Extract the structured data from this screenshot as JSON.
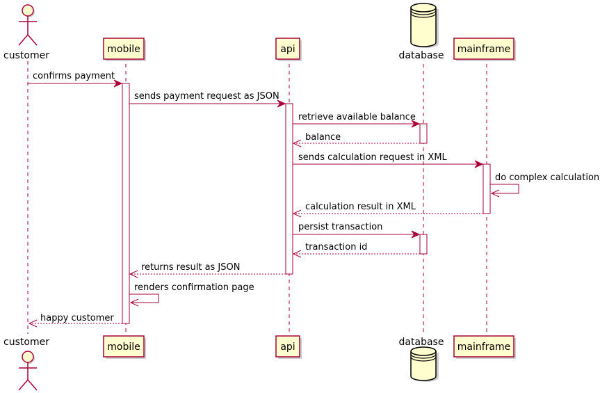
{
  "colors": {
    "line": "#A80036",
    "participant_fill": "#FEFECE",
    "activation_fill": "#FFFFFF"
  },
  "participants": [
    {
      "id": "customer",
      "label": "customer",
      "shape": "actor"
    },
    {
      "id": "mobile",
      "label": "mobile",
      "shape": "box"
    },
    {
      "id": "api",
      "label": "api",
      "shape": "box"
    },
    {
      "id": "database",
      "label": "database",
      "shape": "database"
    },
    {
      "id": "mainframe",
      "label": "mainframe",
      "shape": "box"
    }
  ],
  "messages": [
    {
      "from": "customer",
      "to": "mobile",
      "label": "confirms payment",
      "style": "solid"
    },
    {
      "from": "mobile",
      "to": "api",
      "label": "sends payment request as JSON",
      "style": "solid"
    },
    {
      "from": "api",
      "to": "database",
      "label": "retrieve available balance",
      "style": "solid"
    },
    {
      "from": "database",
      "to": "api",
      "label": "balance",
      "style": "dashed"
    },
    {
      "from": "api",
      "to": "mainframe",
      "label": "sends calculation request in XML",
      "style": "solid"
    },
    {
      "from": "mainframe",
      "to": "mainframe",
      "label": "do complex calculation",
      "style": "solid"
    },
    {
      "from": "mainframe",
      "to": "api",
      "label": "calculation result in XML",
      "style": "dashed"
    },
    {
      "from": "api",
      "to": "database",
      "label": "persist transaction",
      "style": "solid"
    },
    {
      "from": "database",
      "to": "api",
      "label": "transaction id",
      "style": "dashed"
    },
    {
      "from": "api",
      "to": "mobile",
      "label": "returns result as JSON",
      "style": "dashed"
    },
    {
      "from": "mobile",
      "to": "mobile",
      "label": "renders confirmation page",
      "style": "solid"
    },
    {
      "from": "mobile",
      "to": "customer",
      "label": "happy customer",
      "style": "dashed"
    }
  ]
}
